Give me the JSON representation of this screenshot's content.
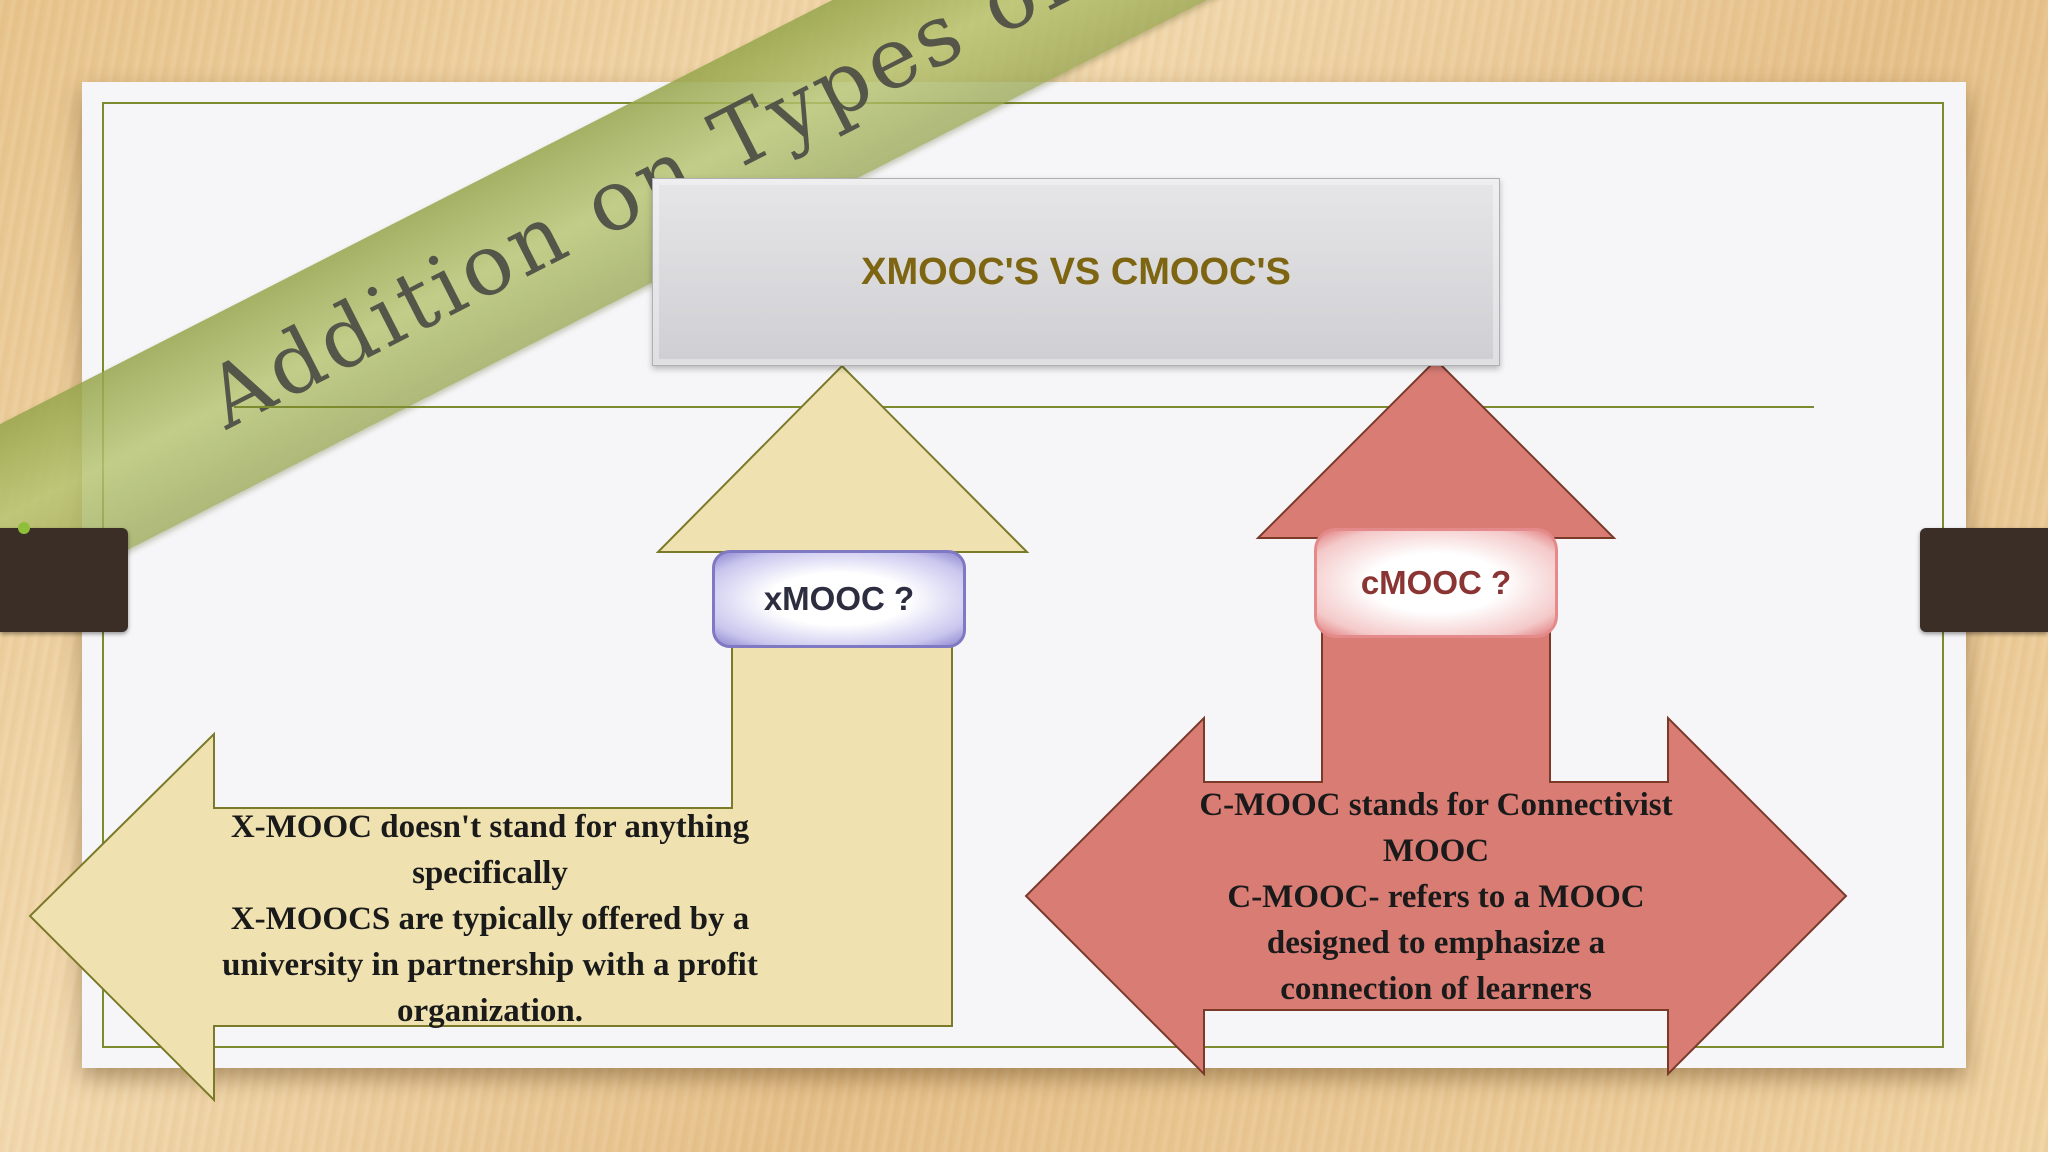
{
  "slide": {
    "ribbon_text": "Addition on Types of mooc's",
    "title": "XMOOC'S VS CMOOC'S"
  },
  "xmooc": {
    "label": "xMOOC ?",
    "description": "X-MOOC doesn't stand for anything\nspecifically\nX-MOOCS are typically offered by a\nuniversity in partnership with a  profit\norganization."
  },
  "cmooc": {
    "label": "cMOOC ?",
    "description": "C-MOOC stands for Connectivist\nMOOC\nC-MOOC- refers to a MOOC\ndesigned to emphasize a\nconnection of  learners"
  },
  "colors": {
    "xmooc_fill": "#efe2b0",
    "cmooc_fill": "#d87c74",
    "outline": "#7a7a2a",
    "title_text": "#7d6512"
  }
}
